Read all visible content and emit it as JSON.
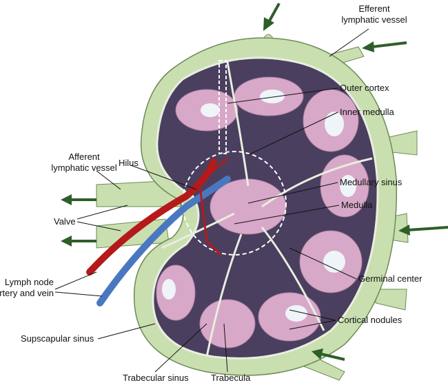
{
  "labels": {
    "efferent": [
      "Efferent",
      "lymphatic vessel"
    ],
    "outer_cortex": "Outer cortex",
    "inner_medulla": "Inner medulla",
    "hilus": "Hilus",
    "afferent": [
      "Afferent",
      "lymphatic vessel"
    ],
    "medullary_sinus": "Medullary sinus",
    "medulla": "Medulla",
    "valve": "Valve",
    "germinal_center": "Germinal center",
    "artery_vein": [
      "Lymph node",
      "artery and vein"
    ],
    "cortical_nodules": "Cortical nodules",
    "subcapsular_sinus": "Supscapular sinus",
    "trabecular_sinus": "Trabecular sinus",
    "trabecula": "Trabecula"
  },
  "colors": {
    "capsule": "#c9dfb0",
    "interior": "#4a3f5e",
    "nodule": "#d8a8c8",
    "germinal": "#eef4f8",
    "artery": "#b51a1a",
    "vein": "#4a78c0",
    "arrow": "#2e5e2a"
  }
}
